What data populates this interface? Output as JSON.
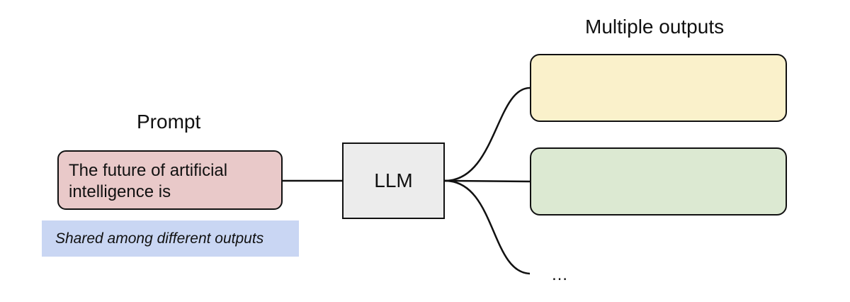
{
  "prompt": {
    "heading": "Prompt",
    "text": "The future of artificial intelligence is",
    "shared_note": "Shared among different outputs",
    "box_color": "#e9c9c9",
    "note_color": "#c9d6f3"
  },
  "model": {
    "label": "LLM",
    "box_color": "#ececec"
  },
  "outputs": {
    "heading": "Multiple outputs",
    "boxes": [
      {
        "color": "#faf1cb"
      },
      {
        "color": "#dce9d2"
      }
    ],
    "more_label": "…"
  }
}
